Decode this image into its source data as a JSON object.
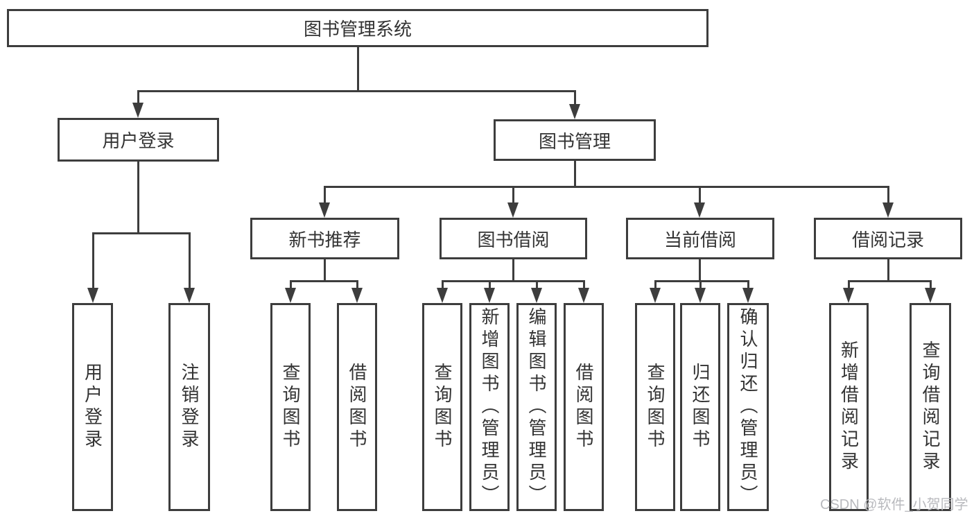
{
  "diagram": {
    "nodes": {
      "root": "图书管理系统",
      "user_login": "用户登录",
      "book_mgmt": "图书管理",
      "new_book_rec": "新书推荐",
      "book_borrow": "图书借阅",
      "current_borrow": "当前借阅",
      "borrow_record": "借阅记录"
    },
    "leaves": {
      "user_login": [
        "用户登录",
        "注销登录"
      ],
      "new_book_rec": [
        "查询图书",
        "借阅图书"
      ],
      "book_borrow": [
        "查询图书",
        "新增图书（管理员）",
        "编辑图书（管理员）",
        "借阅图书"
      ],
      "current_borrow": [
        "查询图书",
        "归还图书",
        "确认归还（管理员）"
      ],
      "borrow_record": [
        "新增借阅记录",
        "查询借阅记录"
      ]
    },
    "colors": {
      "line": "#3d3d3d",
      "text": "#333333",
      "box_background": "#ffffff",
      "watermark": "#b9babe"
    }
  },
  "watermark": {
    "text": "CSDN @软件_小贺同学"
  }
}
